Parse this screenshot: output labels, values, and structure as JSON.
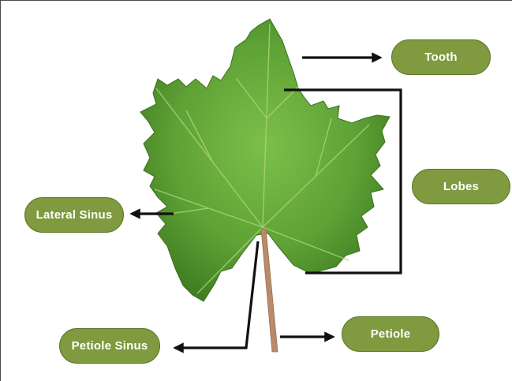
{
  "labels": {
    "tooth": "Tooth",
    "lobes": "Lobes",
    "lateral_sinus": "Lateral Sinus",
    "petiole_sinus": "Petiole Sinus",
    "petiole": "Petiole"
  },
  "colors": {
    "pill_fill": "#7f9a3f",
    "pill_text": "#ffffff",
    "leaf_green": "#5fa235",
    "leaf_dark": "#3f7d22",
    "petiole": "#b98b6a",
    "arrow": "#111111"
  }
}
